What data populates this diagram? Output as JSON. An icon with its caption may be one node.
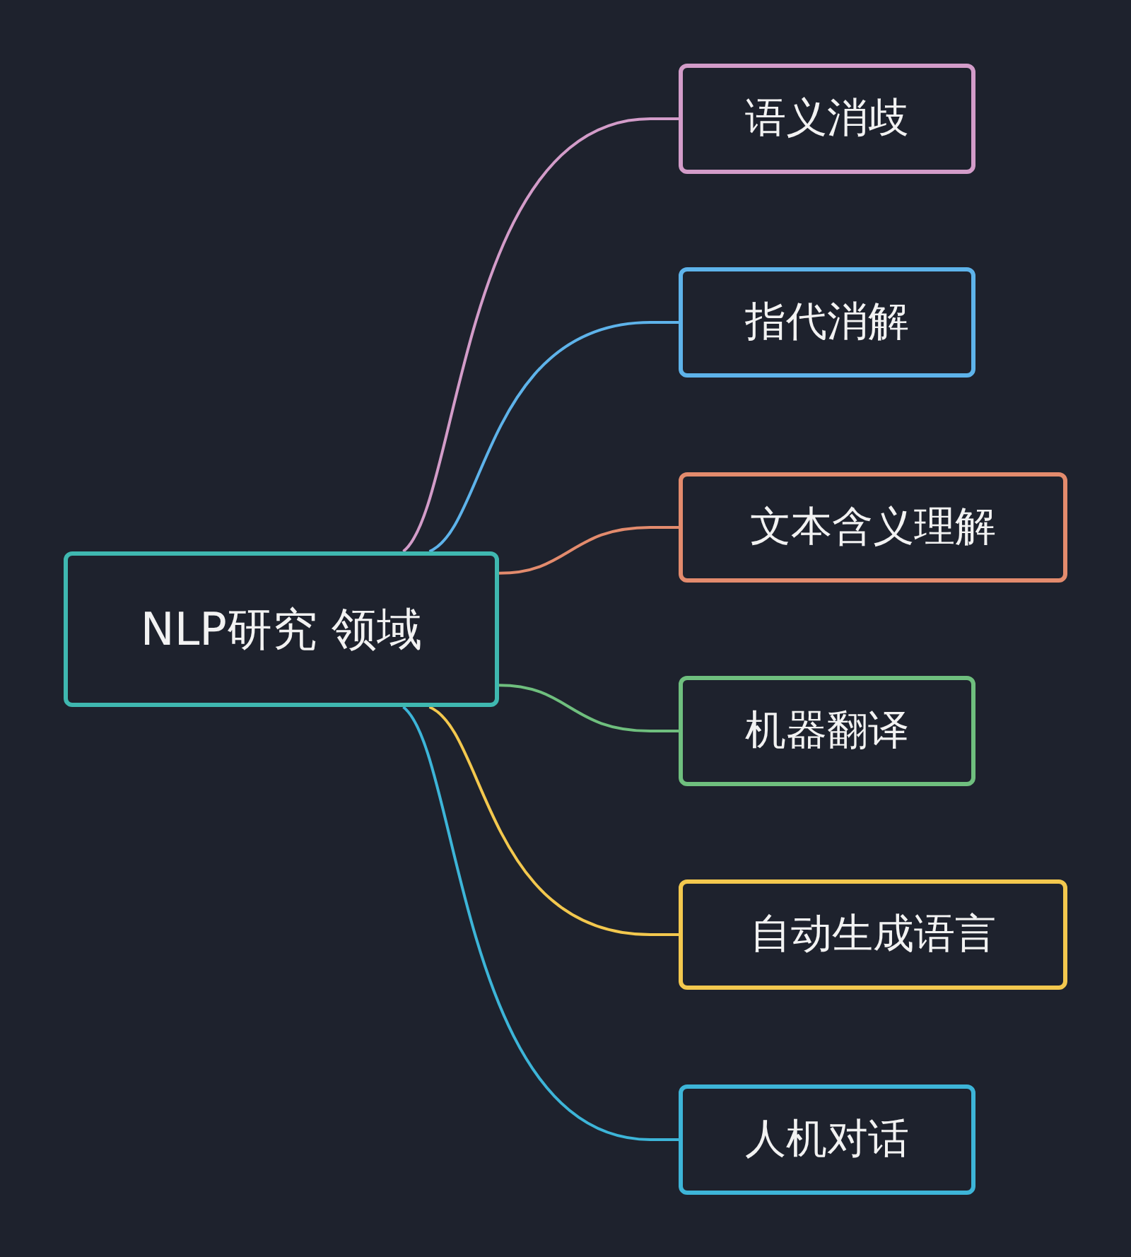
{
  "diagram": {
    "nodes": [
      {
        "text": [
          "NLP研究 领域"
        ]
      },
      {
        "text": [
          "语义消歧"
        ]
      },
      {
        "text": [
          "指代消解"
        ]
      },
      {
        "text": [
          "文本含义理解"
        ]
      },
      {
        "text": [
          "机器翻译"
        ]
      },
      {
        "text": [
          "自动生成语言"
        ]
      },
      {
        "text": [
          "人机对话"
        ]
      }
    ],
    "edges": [
      {
        "from": 0,
        "to": 1,
        "arrow": "none",
        "color": "#d39cc9"
      },
      {
        "from": 0,
        "to": 2,
        "arrow": "none",
        "color": "#5eb3ea"
      },
      {
        "from": 0,
        "to": 3,
        "arrow": "none",
        "color": "#e38b6d"
      },
      {
        "from": 0,
        "to": 4,
        "arrow": "none",
        "color": "#6fbf7e"
      },
      {
        "from": 0,
        "to": 5,
        "arrow": "none",
        "color": "#f3c84e"
      },
      {
        "from": 0,
        "to": 6,
        "arrow": "none",
        "color": "#3db5d8"
      }
    ]
  }
}
